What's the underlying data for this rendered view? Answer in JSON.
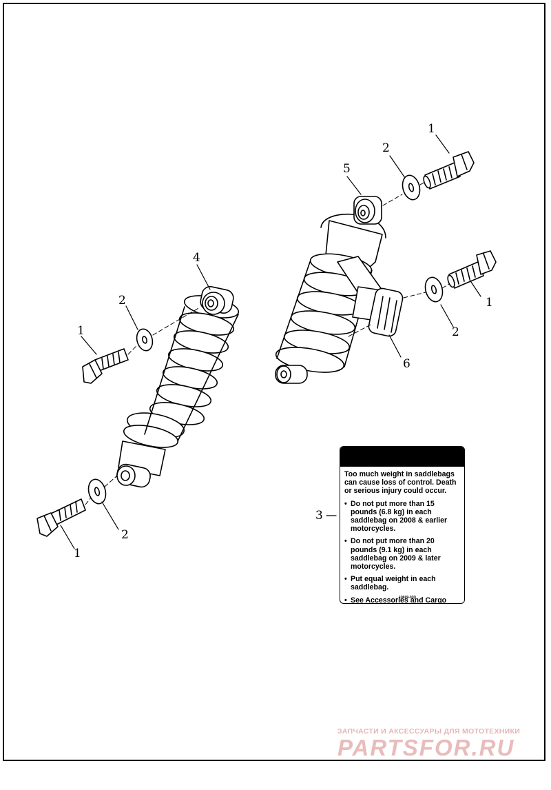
{
  "callouts": {
    "left_bolt_top": "1",
    "left_washer_top": "2",
    "left_shock_eye": "4",
    "left_washer_bottom": "2",
    "left_bolt_bottom": "1",
    "right_bolt_top": "1",
    "right_washer_top": "2",
    "right_bushing": "5",
    "right_bolt_mid": "1",
    "right_washer_mid": "2",
    "right_adjuster_knob": "6",
    "warning_label": "3"
  },
  "warning_label": {
    "intro": "Too much weight in saddlebags can cause loss of control. Death or serious injury could occur.",
    "bullets": [
      "Do not put more than 15 pounds (6.8 kg) in each saddlebag on 2008 & earlier motorcycles.",
      "Do not put more than 20 pounds (9.1 kg) in each saddlebag on 2009 & later motorcycles.",
      "Put equal weight in each saddlebag.",
      "See Accessories and Cargo section of Owner's Manual for more information."
    ],
    "part_code": "10609-03D"
  },
  "watermark": {
    "tagline": "ЗАПЧАСТИ И АКСЕССУАРЫ ДЛЯ МОТОТЕХНИКИ",
    "logo": "PARTSFOR.RU"
  }
}
